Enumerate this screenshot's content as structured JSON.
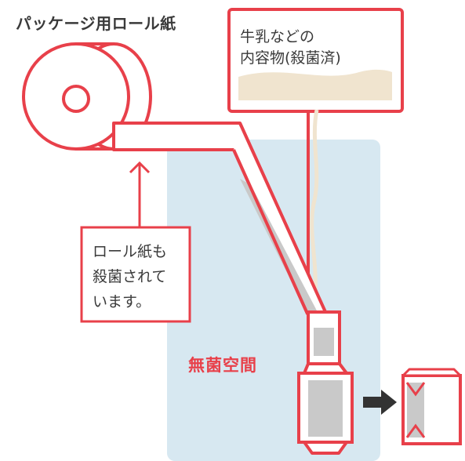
{
  "title": "パッケージ用ロール紙",
  "contents_label": [
    "牛乳などの",
    "内容物(殺菌済)"
  ],
  "roll_note": [
    "ロール紙も",
    "殺菌されて",
    "います。"
  ],
  "sterile_zone_label": "無菌空間",
  "colors": {
    "accent": "#e8404a",
    "sterile_zone": "#d7e8f1",
    "liquid": "#f0e4cf",
    "paper_inner": "#c9c9c9",
    "arrow": "#333333",
    "text": "#3a3a3a"
  },
  "icons": [
    "paper-roll-icon",
    "up-arrow-icon",
    "right-arrow-icon",
    "package-carton-icon"
  ]
}
